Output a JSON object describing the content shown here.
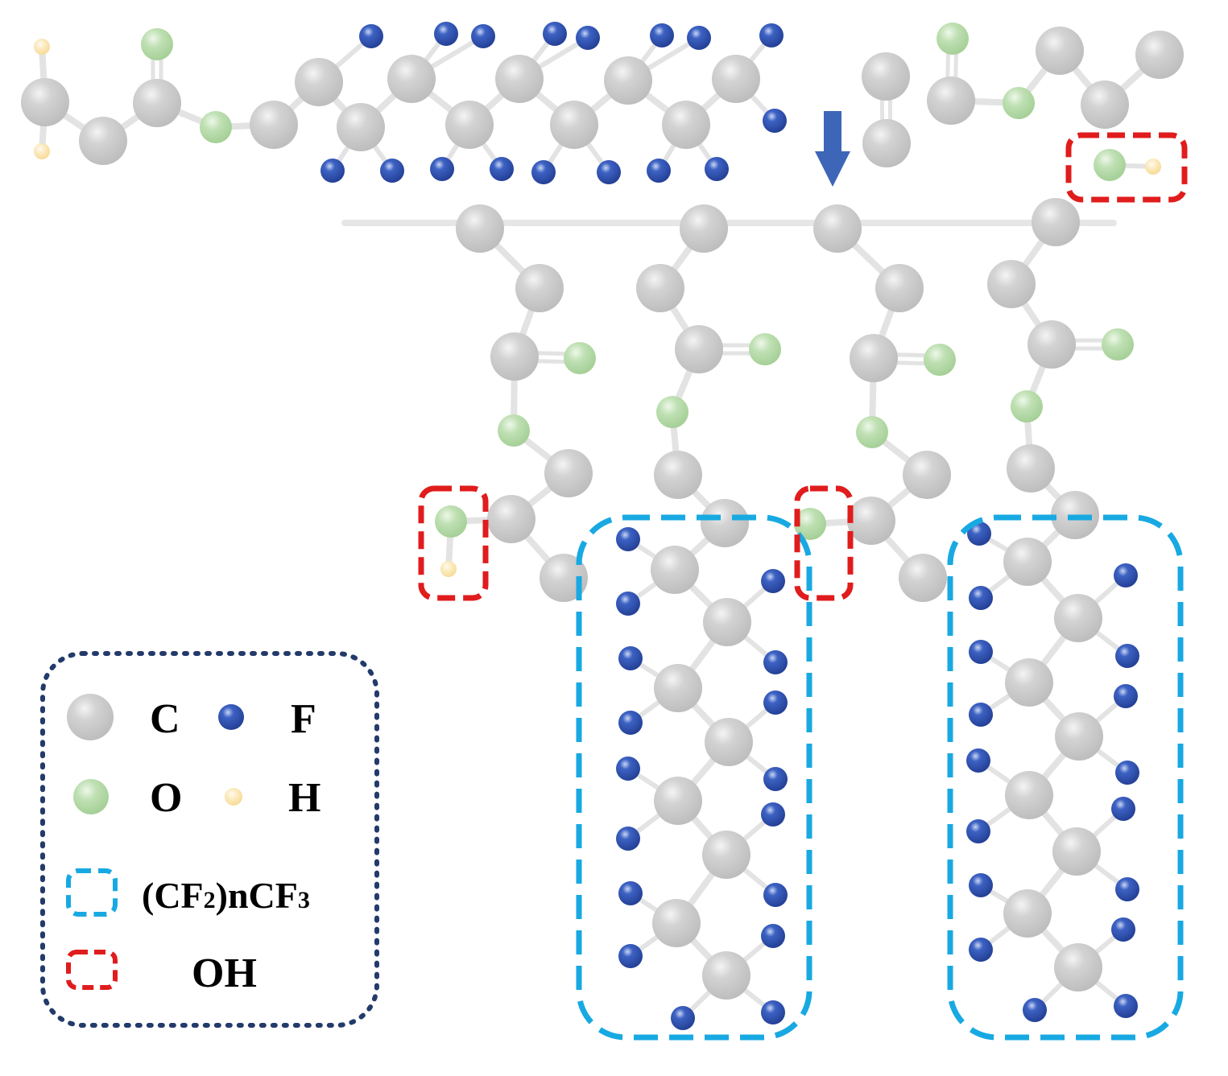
{
  "colors": {
    "carbon": "#c9c9c9",
    "fluorine": "#2f52b4",
    "oxygen": "#b9dcae",
    "hydrogen": "#fbe7b5",
    "bond": "#e3e3e3",
    "arrow": "#3d66b8",
    "cf_box": "#18a9e2",
    "oh_box": "#e01c1c",
    "legend_border": "#233a6b"
  },
  "legend": {
    "carbon_label": "C",
    "fluorine_label": "F",
    "oxygen_label": "O",
    "hydrogen_label": "H",
    "cf_chain_prefix": "(CF",
    "cf_chain_sub1": "2",
    "cf_chain_mid": ")nCF",
    "cf_chain_sub2": "3",
    "oh_label": "OH"
  },
  "icons": {
    "arrow": "down-arrow-icon",
    "atoms": [
      "carbon-atom-icon",
      "fluorine-atom-icon",
      "oxygen-atom-icon",
      "hydrogen-atom-icon"
    ]
  }
}
